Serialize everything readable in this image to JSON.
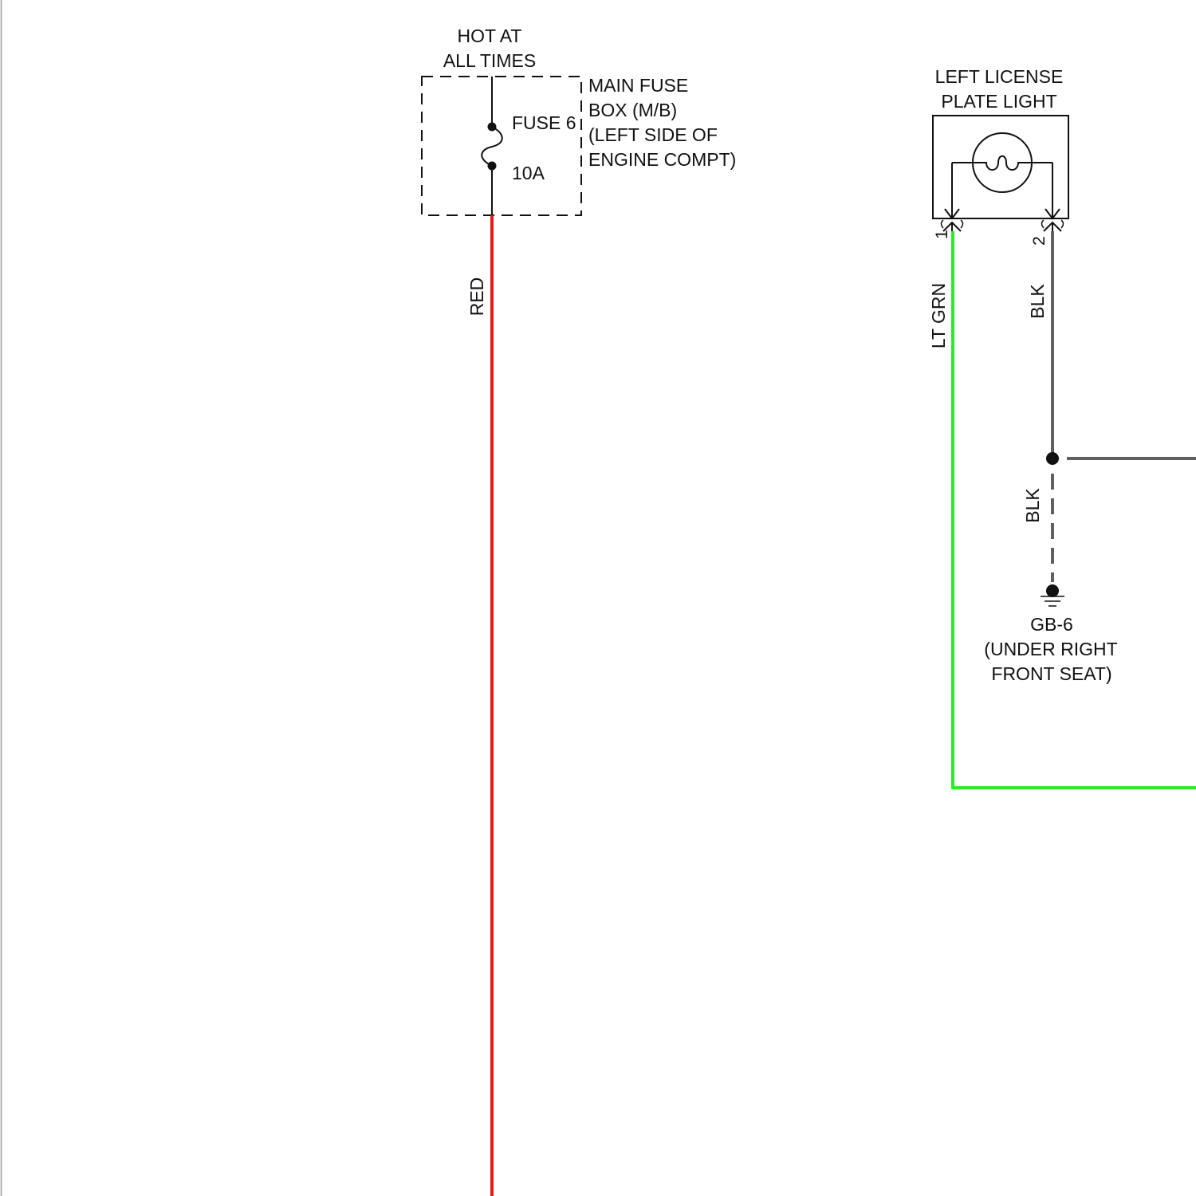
{
  "diagram": {
    "colors": {
      "red_wire": "#e31818",
      "green_wire": "#2ee82e",
      "black_wire": "#606060",
      "ink": "#111111"
    },
    "power_source": {
      "line1": "HOT AT",
      "line2": "ALL TIMES"
    },
    "fuse_box": {
      "line1": "MAIN FUSE",
      "line2": "BOX (M/B)",
      "line3": "(LEFT SIDE OF",
      "line4": "ENGINE COMPT)",
      "fuse_name": "FUSE 6",
      "fuse_rating": "10A"
    },
    "wires": {
      "red": "RED",
      "lt_grn": "LT GRN",
      "blk_upper": "BLK",
      "blk_lower": "BLK"
    },
    "license_light": {
      "line1": "LEFT LICENSE",
      "line2": "PLATE LIGHT",
      "pin1": "1",
      "pin2": "2"
    },
    "ground": {
      "id": "GB-6",
      "line2": "(UNDER RIGHT",
      "line3": "FRONT SEAT)"
    }
  }
}
